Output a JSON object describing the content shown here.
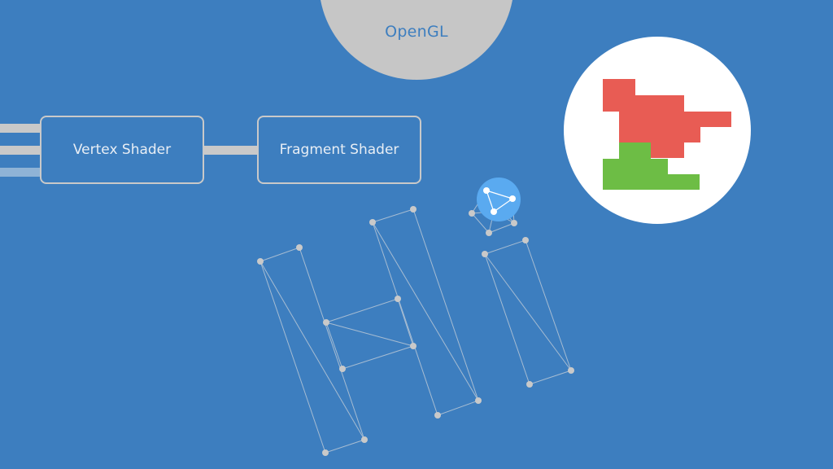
{
  "api": {
    "label": "OpenGL"
  },
  "pipeline": {
    "stages": [
      {
        "label": "Vertex Shader"
      },
      {
        "label": "Fragment Shader"
      }
    ]
  },
  "colors": {
    "background": "#3d7ebf",
    "line": "#c9c9c9",
    "red": "#e85c54",
    "green": "#6dbd45",
    "highlight": "#5aaaf0"
  }
}
